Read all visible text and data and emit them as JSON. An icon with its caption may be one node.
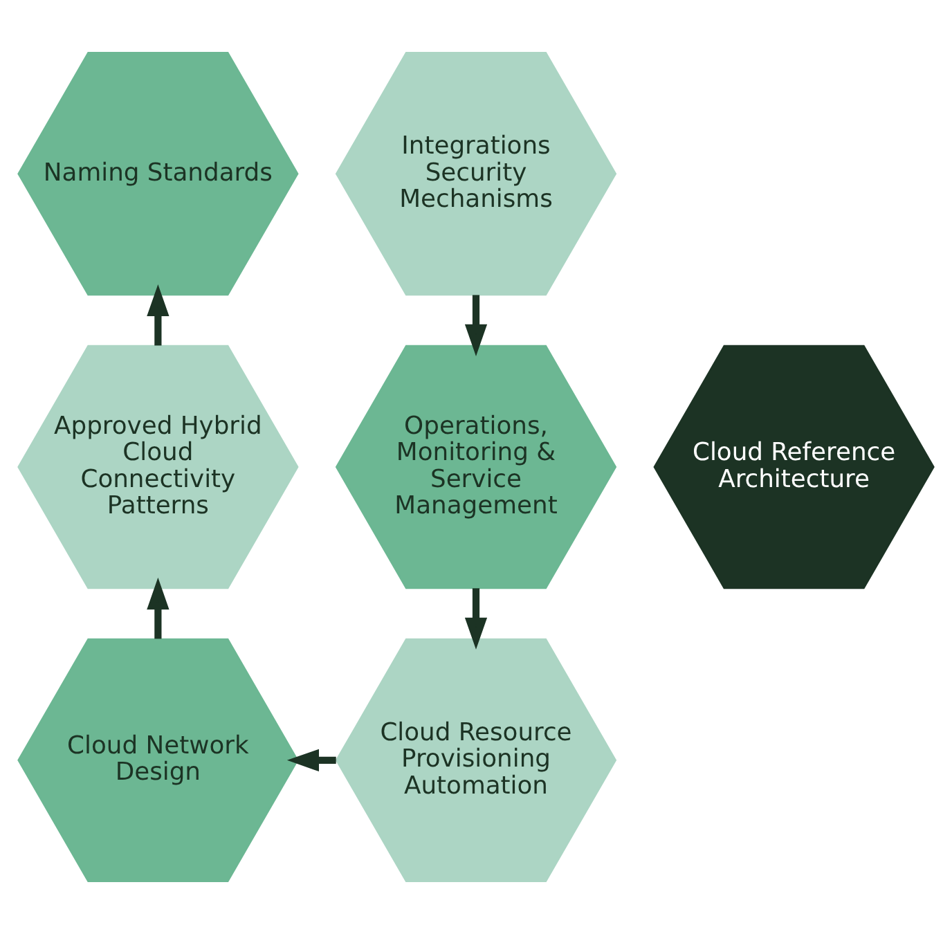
{
  "diagram": {
    "nodes": [
      {
        "text": [
          "Naming Standards"
        ]
      },
      {
        "text": [
          "Integrations Security Mechanisms"
        ]
      },
      {
        "text": [
          "Operations, Monitoring & Service Management"
        ]
      },
      {
        "text": [
          "Cloud Resource Provisioning Automation"
        ]
      },
      {
        "text": [
          "Cloud Network Design"
        ]
      },
      {
        "text": [
          "Approved Hybrid Cloud Connectivity Patterns"
        ]
      },
      {
        "text": [
          "Cloud Reference Architecture"
        ]
      }
    ],
    "edges": [
      {
        "from": 5,
        "to": 0,
        "arrow": "to"
      },
      {
        "from": 1,
        "to": 2,
        "arrow": "to"
      },
      {
        "from": 2,
        "to": 3,
        "arrow": "to"
      },
      {
        "from": 3,
        "to": 4,
        "arrow": "to"
      },
      {
        "from": 4,
        "to": 5,
        "arrow": "to"
      }
    ]
  }
}
